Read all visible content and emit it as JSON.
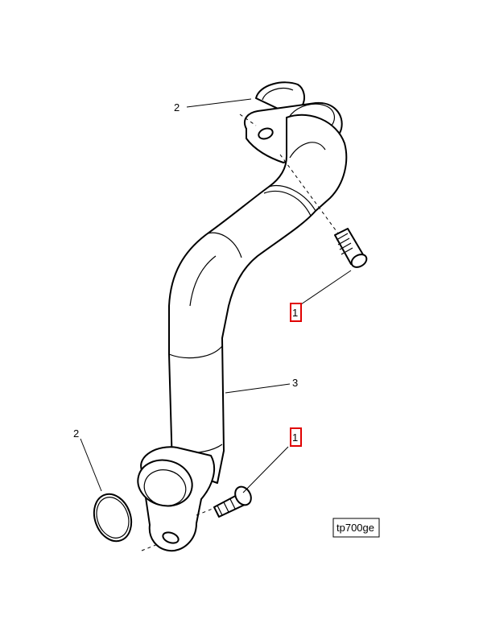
{
  "callouts": {
    "bolt_upper": "1",
    "bolt_lower": "1",
    "oring_upper": "2",
    "oring_lower": "2",
    "pipe": "3"
  },
  "reference_code": "tp700ge",
  "highlight_color": "#e00000"
}
